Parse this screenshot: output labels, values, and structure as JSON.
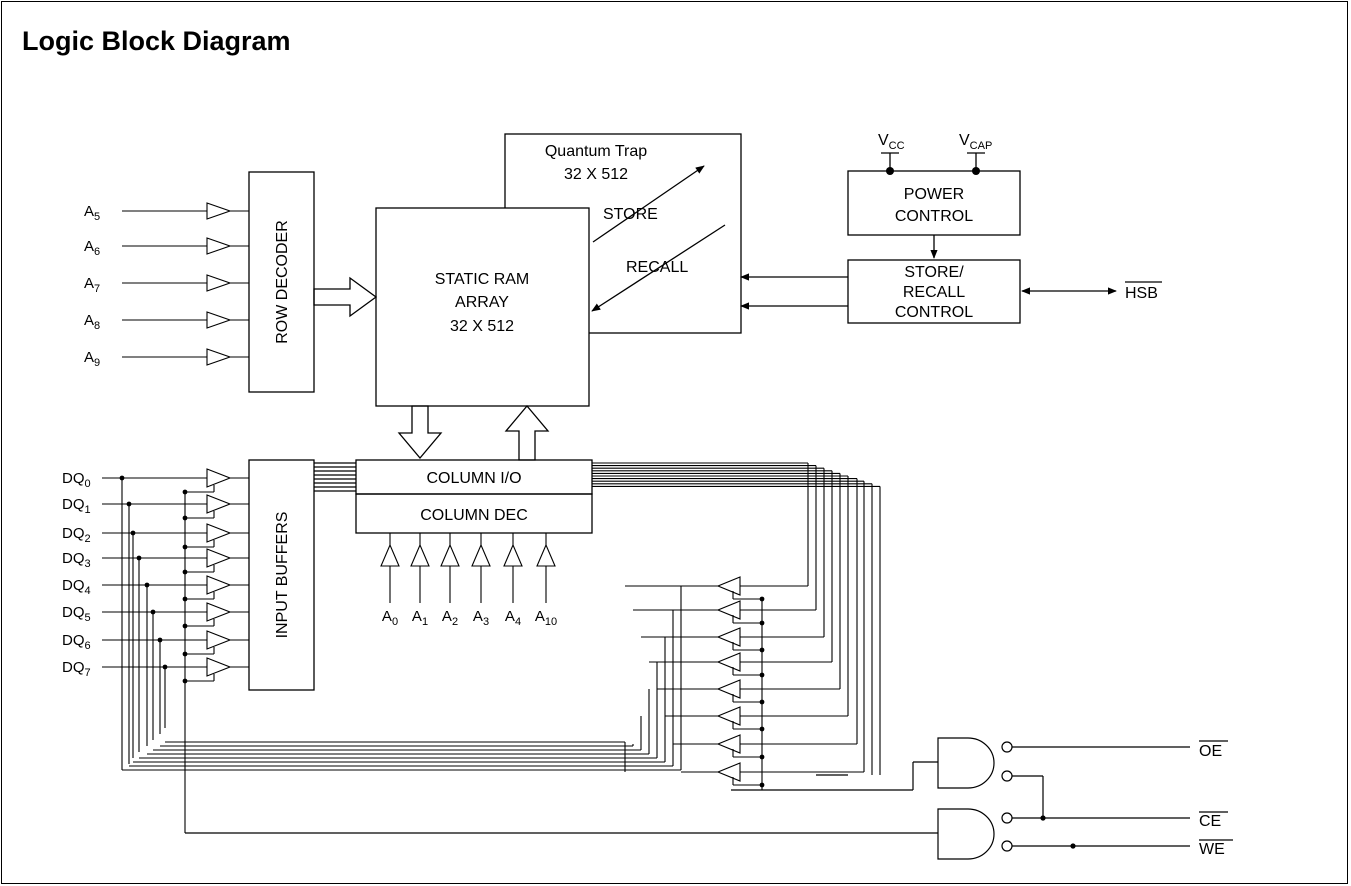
{
  "title": "Logic Block Diagram",
  "blocks": {
    "quantum_trap": {
      "line1": "Quantum Trap",
      "line2": "32 X 512"
    },
    "sram": {
      "line1": "STATIC RAM",
      "line2": "ARRAY",
      "line3": "32 X 512"
    },
    "row_decoder": "ROW DECODER",
    "input_buffers": "INPUT BUFFERS",
    "column_io": "COLUMN I/O",
    "column_dec": "COLUMN DEC",
    "power_control": {
      "line1": "POWER",
      "line2": "CONTROL"
    },
    "store_recall_control": {
      "line1": "STORE/",
      "line2": "RECALL",
      "line3": "CONTROL"
    }
  },
  "arrows": {
    "store": "STORE",
    "recall": "RECALL"
  },
  "supplies": {
    "vcc": {
      "main": "V",
      "sub": "CC"
    },
    "vcap": {
      "main": "V",
      "sub": "CAP"
    }
  },
  "hsb": "HSB",
  "row_address": [
    {
      "main": "A",
      "sub": "5"
    },
    {
      "main": "A",
      "sub": "6"
    },
    {
      "main": "A",
      "sub": "7"
    },
    {
      "main": "A",
      "sub": "8"
    },
    {
      "main": "A",
      "sub": "9"
    }
  ],
  "column_address": [
    {
      "main": "A",
      "sub": "0"
    },
    {
      "main": "A",
      "sub": "1"
    },
    {
      "main": "A",
      "sub": "2"
    },
    {
      "main": "A",
      "sub": "3"
    },
    {
      "main": "A",
      "sub": "4"
    },
    {
      "main": "A",
      "sub": "10"
    }
  ],
  "data_pins": [
    {
      "main": "DQ",
      "sub": "0"
    },
    {
      "main": "DQ",
      "sub": "1"
    },
    {
      "main": "DQ",
      "sub": "2"
    },
    {
      "main": "DQ",
      "sub": "3"
    },
    {
      "main": "DQ",
      "sub": "4"
    },
    {
      "main": "DQ",
      "sub": "5"
    },
    {
      "main": "DQ",
      "sub": "6"
    },
    {
      "main": "DQ",
      "sub": "7"
    }
  ],
  "control_pins": {
    "oe": "OE",
    "ce": "CE",
    "we": "WE"
  }
}
